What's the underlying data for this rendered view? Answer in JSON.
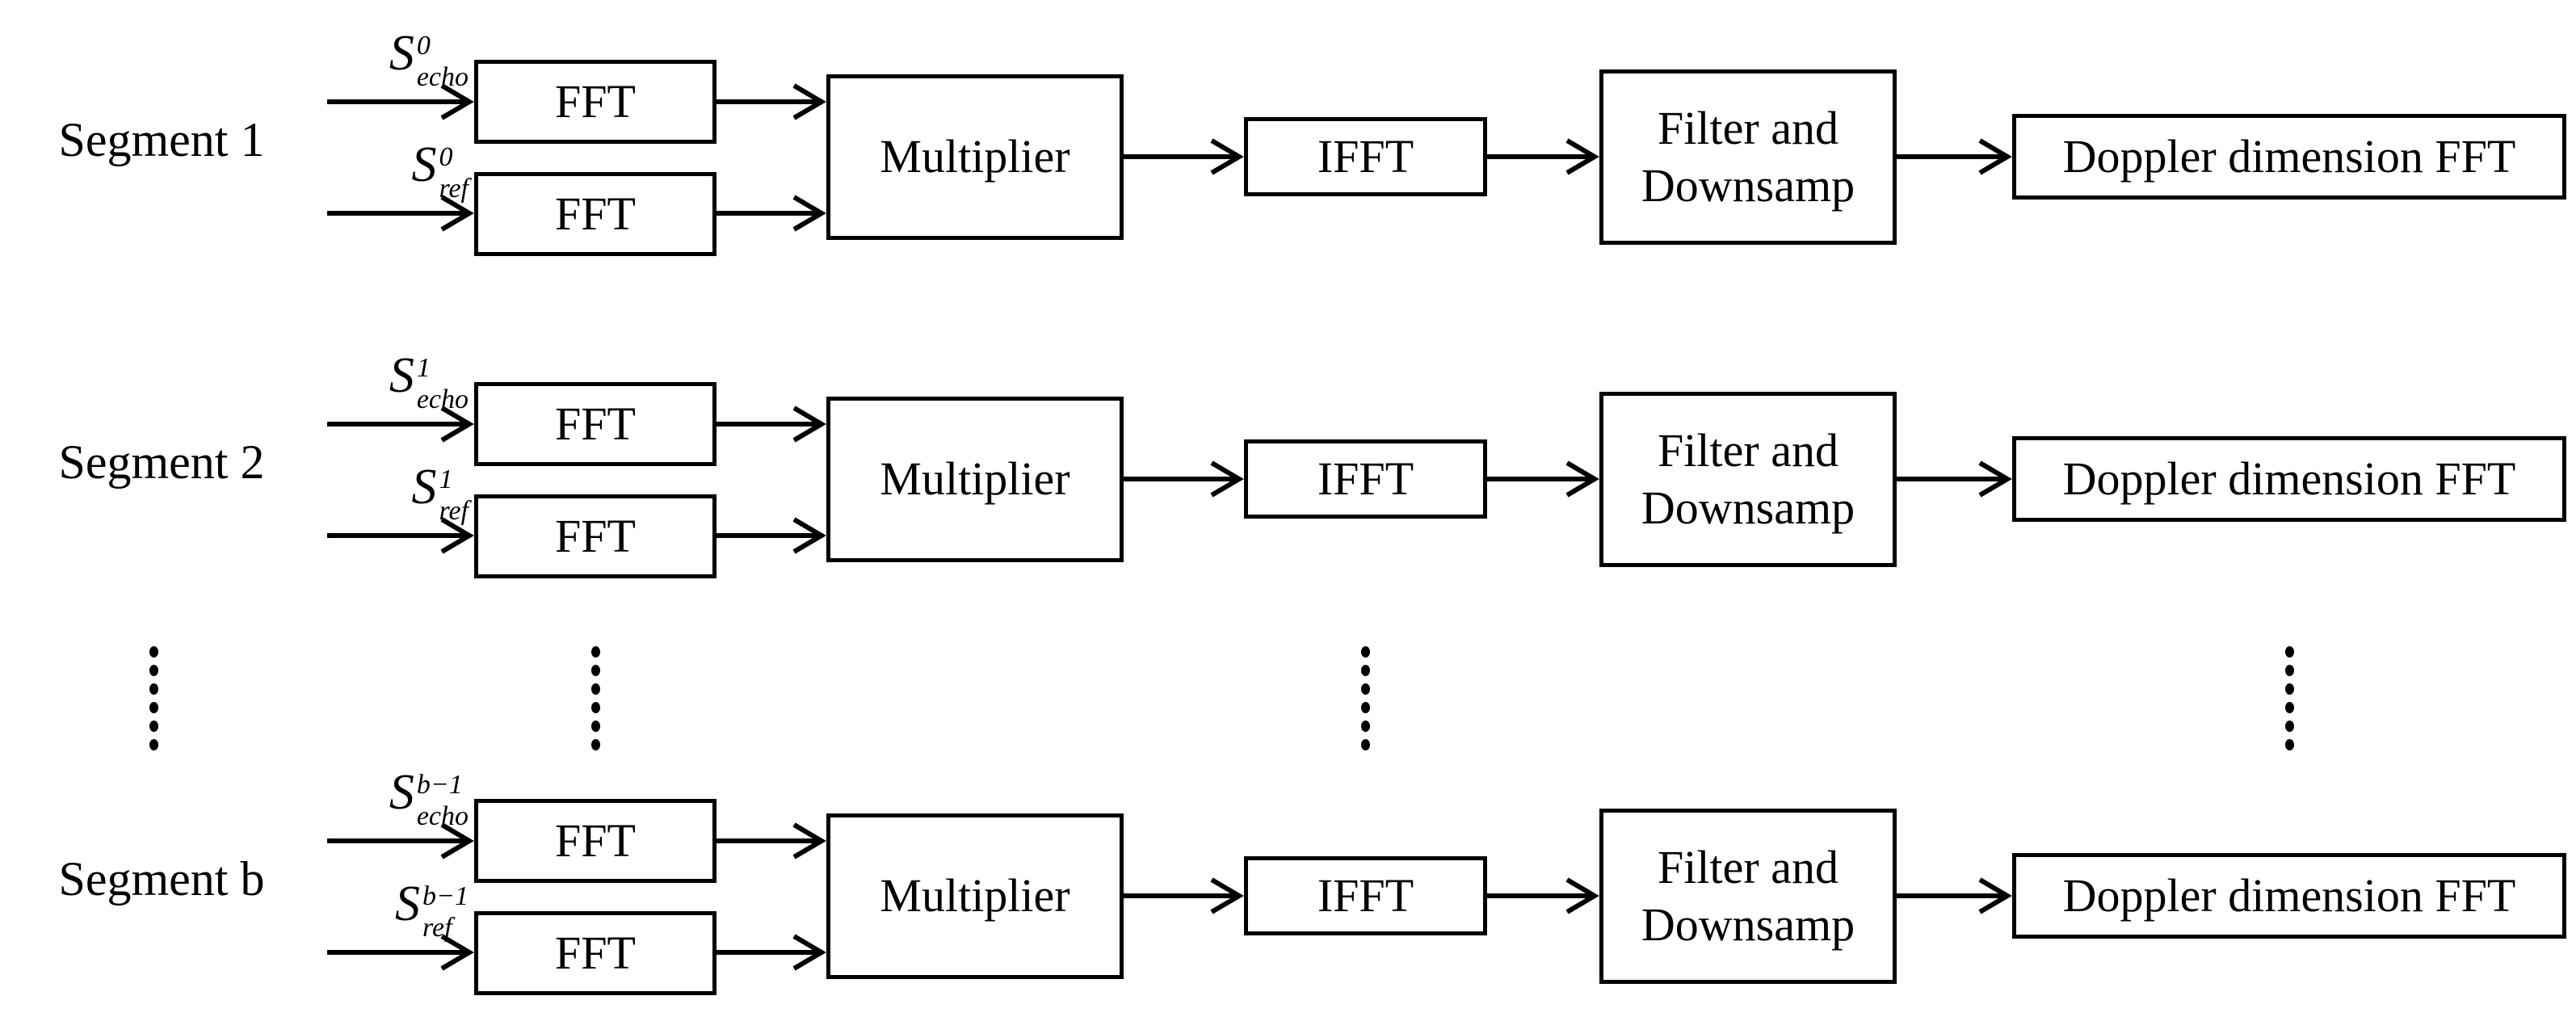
{
  "diagram": {
    "title": "Segmented cross-correlation range-Doppler processing chain",
    "colors": {
      "ink": "#000000",
      "background": "#ffffff"
    },
    "rows": [
      {
        "label": "Segment 1",
        "input_top": {
          "base": "S",
          "sup": "0",
          "sub": "echo"
        },
        "input_bottom": {
          "base": "S",
          "sup": "0",
          "sub": "ref"
        },
        "fft_top": "FFT",
        "fft_bottom": "FFT",
        "multiplier": "Multiplier",
        "ifft": "IFFT",
        "filter_line1": "Filter and",
        "filter_line2": "Downsamp",
        "doppler": "Doppler dimension FFT"
      },
      {
        "label": "Segment 2",
        "input_top": {
          "base": "S",
          "sup": "1",
          "sub": "echo"
        },
        "input_bottom": {
          "base": "S",
          "sup": "1",
          "sub": "ref"
        },
        "fft_top": "FFT",
        "fft_bottom": "FFT",
        "multiplier": "Multiplier",
        "ifft": "IFFT",
        "filter_line1": "Filter and",
        "filter_line2": "Downsamp",
        "doppler": "Doppler dimension FFT"
      },
      {
        "label": "Segment b",
        "input_top": {
          "base": "S",
          "sup": "b−1",
          "sub": "echo"
        },
        "input_bottom": {
          "base": "S",
          "sup": "b−1",
          "sub": "ref"
        },
        "fft_top": "FFT",
        "fft_bottom": "FFT",
        "multiplier": "Multiplier",
        "ifft": "IFFT",
        "filter_line1": "Filter and",
        "filter_line2": "Downsamp",
        "doppler": "Doppler dimension FFT"
      }
    ],
    "ellipsis": {
      "style": "vertical-dots",
      "columns": 4,
      "dots_per_column": 6
    }
  }
}
